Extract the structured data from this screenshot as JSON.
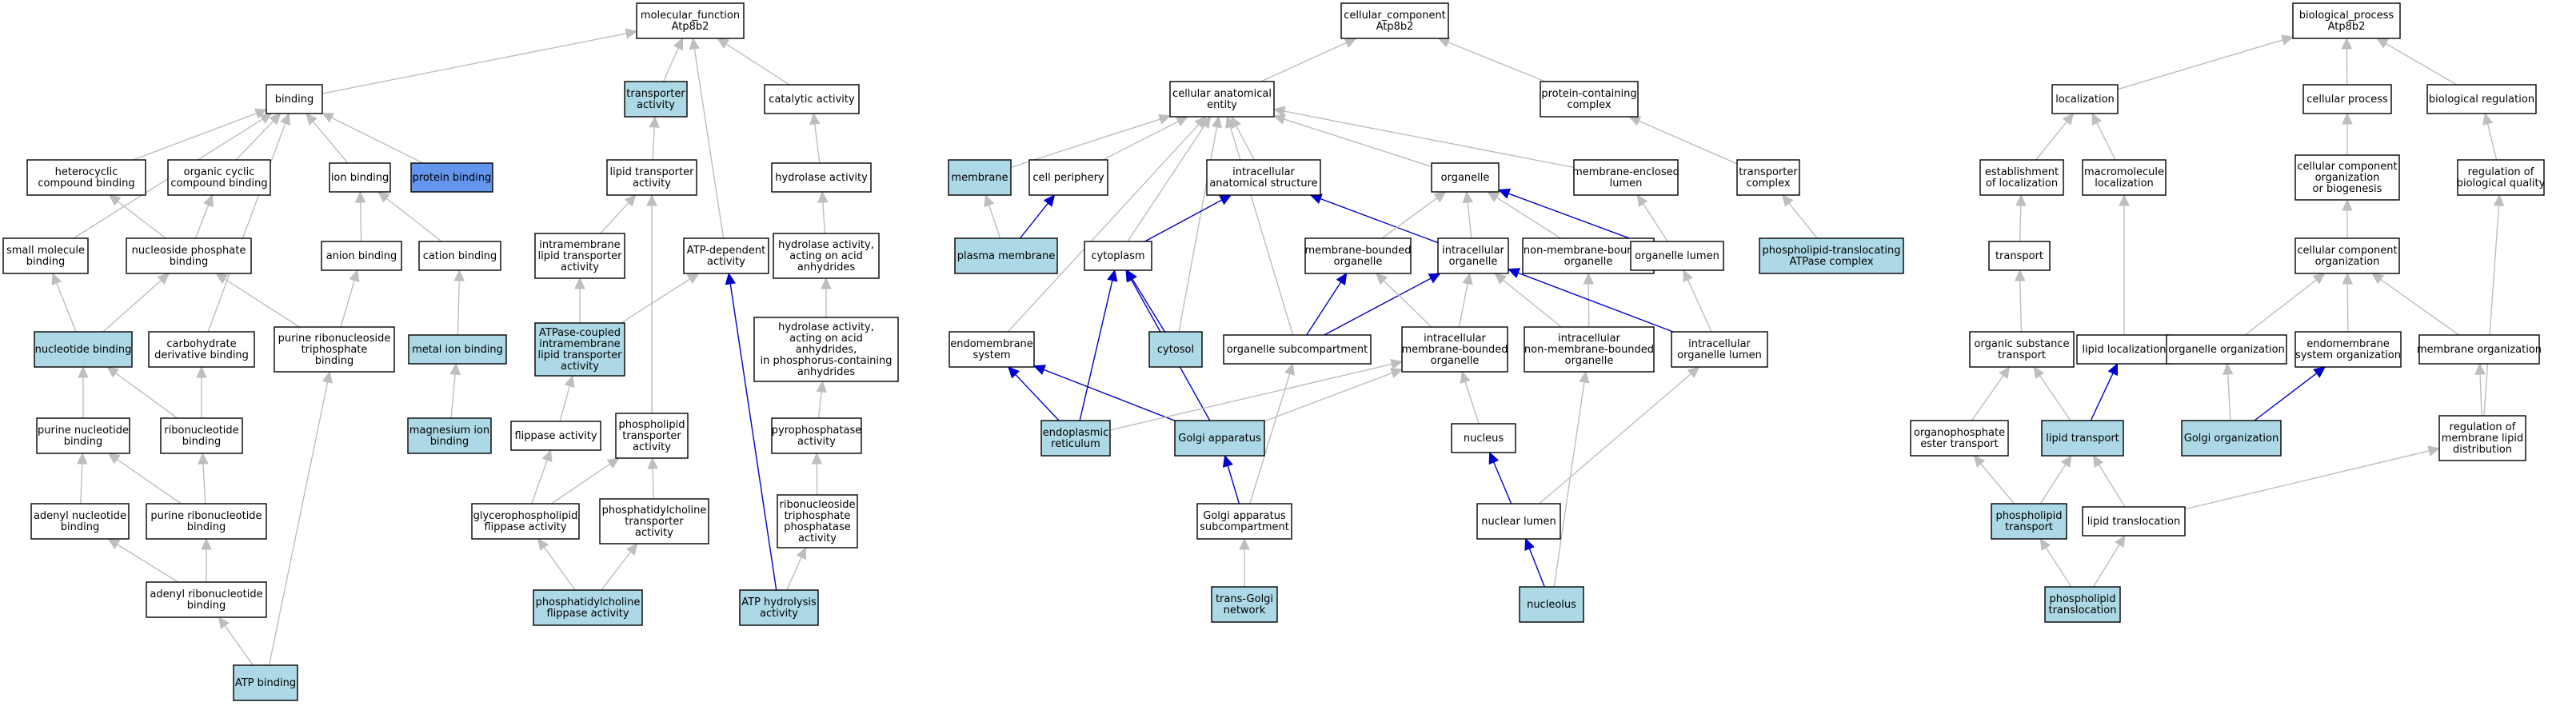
{
  "colors": {
    "node_fill": "#ffffff",
    "annotated_fill": "#add8e6",
    "focus_fill": "#6495ed",
    "edge_gray": "#bebebe",
    "edge_blue": "#0000cd"
  },
  "nodes": [
    {
      "id": "mf",
      "label": "molecular_function\nAtp8b2",
      "kind": "plain"
    },
    {
      "id": "binding",
      "label": "binding",
      "kind": "plain"
    },
    {
      "id": "transporter_activity",
      "label": "transporter\nactivity",
      "kind": "annotated"
    },
    {
      "id": "catalytic",
      "label": "catalytic activity",
      "kind": "plain"
    },
    {
      "id": "heterocyclic",
      "label": "heterocyclic\ncompound binding",
      "kind": "plain"
    },
    {
      "id": "organic_cyclic",
      "label": "organic cyclic\ncompound binding",
      "kind": "plain"
    },
    {
      "id": "ion_binding",
      "label": "ion binding",
      "kind": "plain"
    },
    {
      "id": "protein_binding",
      "label": "protein binding",
      "kind": "focus"
    },
    {
      "id": "lipid_transporter",
      "label": "lipid transporter\nactivity",
      "kind": "plain"
    },
    {
      "id": "hydrolase",
      "label": "hydrolase activity",
      "kind": "plain"
    },
    {
      "id": "small_molecule",
      "label": "small molecule\nbinding",
      "kind": "plain"
    },
    {
      "id": "nucleoside_phosphate",
      "label": "nucleoside phosphate\nbinding",
      "kind": "plain"
    },
    {
      "id": "anion_binding",
      "label": "anion binding",
      "kind": "plain"
    },
    {
      "id": "cation_binding",
      "label": "cation binding",
      "kind": "plain"
    },
    {
      "id": "intramembrane",
      "label": "intramembrane\nlipid transporter\nactivity",
      "kind": "plain"
    },
    {
      "id": "atp_dependent",
      "label": "ATP-dependent\nactivity",
      "kind": "plain"
    },
    {
      "id": "hydrolase_anhydrides",
      "label": "hydrolase activity,\nacting on acid\nanhydrides",
      "kind": "plain"
    },
    {
      "id": "nucleotide_binding",
      "label": "nucleotide binding",
      "kind": "annotated"
    },
    {
      "id": "carbohydrate_deriv",
      "label": "carbohydrate\nderivative binding",
      "kind": "plain"
    },
    {
      "id": "purine_rnt",
      "label": "purine ribonucleoside\ntriphosphate\nbinding",
      "kind": "plain"
    },
    {
      "id": "metal_ion",
      "label": "metal ion binding",
      "kind": "annotated"
    },
    {
      "id": "atpase_coupled",
      "label": "ATPase-coupled\nintramembrane\nlipid transporter\nactivity",
      "kind": "annotated"
    },
    {
      "id": "hydrolase_phosphorus",
      "label": "hydrolase activity,\nacting on acid\nanhydrides,\nin phosphorus-containing\nanhydrides",
      "kind": "plain"
    },
    {
      "id": "purine_nucleotide",
      "label": "purine nucleotide\nbinding",
      "kind": "plain"
    },
    {
      "id": "ribonucleotide",
      "label": "ribonucleotide\nbinding",
      "kind": "plain"
    },
    {
      "id": "magnesium",
      "label": "magnesium ion\nbinding",
      "kind": "annotated"
    },
    {
      "id": "flippase",
      "label": "flippase activity",
      "kind": "plain"
    },
    {
      "id": "phospholipid_transporter",
      "label": "phospholipid\ntransporter\nactivity",
      "kind": "plain"
    },
    {
      "id": "pyrophosphatase",
      "label": "pyrophosphatase\nactivity",
      "kind": "plain"
    },
    {
      "id": "adenyl_nucleotide",
      "label": "adenyl nucleotide\nbinding",
      "kind": "plain"
    },
    {
      "id": "purine_ribonucleotide",
      "label": "purine ribonucleotide\nbinding",
      "kind": "plain"
    },
    {
      "id": "glycerophospholipid",
      "label": "glycerophospholipid\nflippase activity",
      "kind": "plain"
    },
    {
      "id": "phosphatidylcholine_transporter",
      "label": "phosphatidylcholine\ntransporter\nactivity",
      "kind": "plain"
    },
    {
      "id": "rnt_phosphatase",
      "label": "ribonucleoside\ntriphosphate\nphosphatase\nactivity",
      "kind": "plain"
    },
    {
      "id": "adenyl_ribonucleotide",
      "label": "adenyl ribonucleotide\nbinding",
      "kind": "plain"
    },
    {
      "id": "pc_flippase",
      "label": "phosphatidylcholine\nflippase activity",
      "kind": "annotated"
    },
    {
      "id": "atp_hydrolysis",
      "label": "ATP hydrolysis\nactivity",
      "kind": "annotated"
    },
    {
      "id": "atp_binding",
      "label": "ATP binding",
      "kind": "annotated"
    },
    {
      "id": "cc",
      "label": "cellular_component\nAtp8b2",
      "kind": "plain"
    },
    {
      "id": "cae",
      "label": "cellular anatomical\nentity",
      "kind": "plain"
    },
    {
      "id": "protein_complex",
      "label": "protein-containing\ncomplex",
      "kind": "plain"
    },
    {
      "id": "membrane",
      "label": "membrane",
      "kind": "annotated"
    },
    {
      "id": "cell_periphery",
      "label": "cell periphery",
      "kind": "plain"
    },
    {
      "id": "intracellular_structure",
      "label": "intracellular\nanatomical structure",
      "kind": "plain"
    },
    {
      "id": "organelle",
      "label": "organelle",
      "kind": "plain"
    },
    {
      "id": "membrane_enclosed_lumen",
      "label": "membrane-enclosed\nlumen",
      "kind": "plain"
    },
    {
      "id": "transporter_complex",
      "label": "transporter\ncomplex",
      "kind": "plain"
    },
    {
      "id": "plasma_membrane",
      "label": "plasma membrane",
      "kind": "annotated"
    },
    {
      "id": "cytoplasm",
      "label": "cytoplasm",
      "kind": "plain"
    },
    {
      "id": "membrane_bounded_organelle",
      "label": "membrane-bounded\norganelle",
      "kind": "plain"
    },
    {
      "id": "intracellular_organelle",
      "label": "intracellular\norganelle",
      "kind": "plain"
    },
    {
      "id": "non_membrane_organelle",
      "label": "non-membrane-bounded\norganelle",
      "kind": "plain"
    },
    {
      "id": "organelle_lumen",
      "label": "organelle lumen",
      "kind": "plain"
    },
    {
      "id": "pl_atpase_complex",
      "label": "phospholipid-translocating\nATPase complex",
      "kind": "annotated"
    },
    {
      "id": "cytosol",
      "label": "cytosol",
      "kind": "annotated"
    },
    {
      "id": "organelle_subcompartment",
      "label": "organelle subcompartment",
      "kind": "plain"
    },
    {
      "id": "endomembrane",
      "label": "endomembrane\nsystem",
      "kind": "plain"
    },
    {
      "id": "intracellular_mb_organelle",
      "label": "intracellular\nmembrane-bounded\norganelle",
      "kind": "plain"
    },
    {
      "id": "intracellular_nmb_organelle",
      "label": "intracellular\nnon-membrane-bounded\norganelle",
      "kind": "plain"
    },
    {
      "id": "intracellular_organelle_lumen",
      "label": "intracellular\norganelle lumen",
      "kind": "plain"
    },
    {
      "id": "er",
      "label": "endoplasmic\nreticulum",
      "kind": "annotated"
    },
    {
      "id": "golgi",
      "label": "Golgi apparatus",
      "kind": "annotated"
    },
    {
      "id": "nucleus",
      "label": "nucleus",
      "kind": "plain"
    },
    {
      "id": "golgi_subcompartment",
      "label": "Golgi apparatus\nsubcompartment",
      "kind": "plain"
    },
    {
      "id": "nuclear_lumen",
      "label": "nuclear lumen",
      "kind": "plain"
    },
    {
      "id": "trans_golgi",
      "label": "trans-Golgi\nnetwork",
      "kind": "annotated"
    },
    {
      "id": "nucleolus",
      "label": "nucleolus",
      "kind": "annotated"
    },
    {
      "id": "bp",
      "label": "biological_process\nAtp8b2",
      "kind": "plain"
    },
    {
      "id": "localization",
      "label": "localization",
      "kind": "plain"
    },
    {
      "id": "cellular_process",
      "label": "cellular process",
      "kind": "plain"
    },
    {
      "id": "biological_regulation",
      "label": "biological regulation",
      "kind": "plain"
    },
    {
      "id": "establishment_localization",
      "label": "establishment\nof localization",
      "kind": "plain"
    },
    {
      "id": "macromolecule_localization",
      "label": "macromolecule\nlocalization",
      "kind": "plain"
    },
    {
      "id": "ccob",
      "label": "cellular component\norganization\nor biogenesis",
      "kind": "plain"
    },
    {
      "id": "regulation_quality",
      "label": "regulation of\nbiological quality",
      "kind": "plain"
    },
    {
      "id": "transport",
      "label": "transport",
      "kind": "plain"
    },
    {
      "id": "cco",
      "label": "cellular component\norganization",
      "kind": "plain"
    },
    {
      "id": "organic_substance_transport",
      "label": "organic substance\ntransport",
      "kind": "plain"
    },
    {
      "id": "lipid_localization",
      "label": "lipid localization",
      "kind": "plain"
    },
    {
      "id": "organelle_organization",
      "label": "organelle organization",
      "kind": "plain"
    },
    {
      "id": "endomembrane_organization",
      "label": "endomembrane\nsystem organization",
      "kind": "plain"
    },
    {
      "id": "membrane_organization",
      "label": "membrane organization",
      "kind": "plain"
    },
    {
      "id": "organophosphate_transport",
      "label": "organophosphate\nester transport",
      "kind": "plain"
    },
    {
      "id": "lipid_transport",
      "label": "lipid transport",
      "kind": "annotated"
    },
    {
      "id": "golgi_organization",
      "label": "Golgi organization",
      "kind": "annotated"
    },
    {
      "id": "regulation_lipid_distribution",
      "label": "regulation of\nmembrane lipid\ndistribution",
      "kind": "plain"
    },
    {
      "id": "phospholipid_transport",
      "label": "phospholipid\ntransport",
      "kind": "annotated"
    },
    {
      "id": "lipid_translocation",
      "label": "lipid translocation",
      "kind": "plain"
    },
    {
      "id": "phospholipid_translocation",
      "label": "phospholipid\ntranslocation",
      "kind": "annotated"
    }
  ],
  "edges": [
    [
      "binding",
      "mf",
      "g"
    ],
    [
      "transporter_activity",
      "mf",
      "g"
    ],
    [
      "catalytic",
      "mf",
      "g"
    ],
    [
      "atp_dependent",
      "mf",
      "g"
    ],
    [
      "heterocyclic",
      "binding",
      "g"
    ],
    [
      "organic_cyclic",
      "binding",
      "g"
    ],
    [
      "ion_binding",
      "binding",
      "g"
    ],
    [
      "protein_binding",
      "binding",
      "g"
    ],
    [
      "small_molecule",
      "binding",
      "g"
    ],
    [
      "carbohydrate_deriv",
      "binding",
      "g"
    ],
    [
      "lipid_transporter",
      "transporter_activity",
      "g"
    ],
    [
      "hydrolase",
      "catalytic",
      "g"
    ],
    [
      "nucleoside_phosphate",
      "heterocyclic",
      "g"
    ],
    [
      "nucleoside_phosphate",
      "organic_cyclic",
      "g"
    ],
    [
      "anion_binding",
      "ion_binding",
      "g"
    ],
    [
      "cation_binding",
      "ion_binding",
      "g"
    ],
    [
      "intramembrane",
      "lipid_transporter",
      "g"
    ],
    [
      "phospholipid_transporter",
      "lipid_transporter",
      "g"
    ],
    [
      "hydrolase_anhydrides",
      "hydrolase",
      "g"
    ],
    [
      "nucleotide_binding",
      "small_molecule",
      "g"
    ],
    [
      "nucleotide_binding",
      "nucleoside_phosphate",
      "g"
    ],
    [
      "purine_rnt",
      "nucleoside_phosphate",
      "g"
    ],
    [
      "purine_rnt",
      "anion_binding",
      "g"
    ],
    [
      "metal_ion",
      "cation_binding",
      "g"
    ],
    [
      "atpase_coupled",
      "intramembrane",
      "g"
    ],
    [
      "atpase_coupled",
      "atp_dependent",
      "g"
    ],
    [
      "hydrolase_phosphorus",
      "hydrolase_anhydrides",
      "g"
    ],
    [
      "purine_nucleotide",
      "nucleotide_binding",
      "g"
    ],
    [
      "ribonucleotide",
      "nucleotide_binding",
      "g"
    ],
    [
      "ribonucleotide",
      "carbohydrate_deriv",
      "g"
    ],
    [
      "magnesium",
      "metal_ion",
      "g"
    ],
    [
      "flippase",
      "atpase_coupled",
      "g"
    ],
    [
      "pyrophosphatase",
      "hydrolase_phosphorus",
      "g"
    ],
    [
      "adenyl_nucleotide",
      "purine_nucleotide",
      "g"
    ],
    [
      "purine_ribonucleotide",
      "purine_nucleotide",
      "g"
    ],
    [
      "purine_ribonucleotide",
      "ribonucleotide",
      "g"
    ],
    [
      "glycerophospholipid",
      "flippase",
      "g"
    ],
    [
      "glycerophospholipid",
      "phospholipid_transporter",
      "g"
    ],
    [
      "phosphatidylcholine_transporter",
      "phospholipid_transporter",
      "g"
    ],
    [
      "rnt_phosphatase",
      "pyrophosphatase",
      "g"
    ],
    [
      "adenyl_ribonucleotide",
      "adenyl_nucleotide",
      "g"
    ],
    [
      "adenyl_ribonucleotide",
      "purine_ribonucleotide",
      "g"
    ],
    [
      "pc_flippase",
      "glycerophospholipid",
      "g"
    ],
    [
      "pc_flippase",
      "phosphatidylcholine_transporter",
      "g"
    ],
    [
      "atp_hydrolysis",
      "rnt_phosphatase",
      "g"
    ],
    [
      "atp_hydrolysis",
      "atp_dependent",
      "b"
    ],
    [
      "atp_binding",
      "adenyl_ribonucleotide",
      "g"
    ],
    [
      "atp_binding",
      "purine_rnt",
      "g"
    ],
    [
      "cae",
      "cc",
      "g"
    ],
    [
      "protein_complex",
      "cc",
      "g"
    ],
    [
      "membrane",
      "cae",
      "g"
    ],
    [
      "cell_periphery",
      "cae",
      "g"
    ],
    [
      "intracellular_structure",
      "cae",
      "g"
    ],
    [
      "organelle",
      "cae",
      "g"
    ],
    [
      "membrane_enclosed_lumen",
      "cae",
      "g"
    ],
    [
      "endomembrane",
      "cae",
      "g"
    ],
    [
      "cytoplasm",
      "cae",
      "g"
    ],
    [
      "cytosol",
      "cae",
      "g"
    ],
    [
      "organelle_subcompartment",
      "cae",
      "g"
    ],
    [
      "transporter_complex",
      "protein_complex",
      "g"
    ],
    [
      "plasma_membrane",
      "membrane",
      "g"
    ],
    [
      "plasma_membrane",
      "cell_periphery",
      "b"
    ],
    [
      "cytoplasm",
      "intracellular_structure",
      "b"
    ],
    [
      "intracellular_organelle",
      "intracellular_structure",
      "b"
    ],
    [
      "membrane_bounded_organelle",
      "organelle",
      "g"
    ],
    [
      "intracellular_organelle",
      "organelle",
      "g"
    ],
    [
      "non_membrane_organelle",
      "organelle",
      "g"
    ],
    [
      "organelle_lumen",
      "organelle",
      "b"
    ],
    [
      "organelle_lumen",
      "membrane_enclosed_lumen",
      "g"
    ],
    [
      "pl_atpase_complex",
      "transporter_complex",
      "g"
    ],
    [
      "cytosol",
      "cytoplasm",
      "b"
    ],
    [
      "er",
      "cytoplasm",
      "b"
    ],
    [
      "golgi",
      "cytoplasm",
      "b"
    ],
    [
      "organelle_subcompartment",
      "membrane_bounded_organelle",
      "b"
    ],
    [
      "organelle_subcompartment",
      "intracellular_organelle",
      "b"
    ],
    [
      "intracellular_mb_organelle",
      "membrane_bounded_organelle",
      "g"
    ],
    [
      "intracellular_mb_organelle",
      "intracellular_organelle",
      "g"
    ],
    [
      "intracellular_nmb_organelle",
      "non_membrane_organelle",
      "g"
    ],
    [
      "intracellular_nmb_organelle",
      "intracellular_organelle",
      "g"
    ],
    [
      "intracellular_organelle_lumen",
      "organelle_lumen",
      "g"
    ],
    [
      "intracellular_organelle_lumen",
      "intracellular_organelle",
      "b"
    ],
    [
      "er",
      "endomembrane",
      "b"
    ],
    [
      "golgi",
      "endomembrane",
      "b"
    ],
    [
      "er",
      "intracellular_mb_organelle",
      "g"
    ],
    [
      "golgi",
      "intracellular_mb_organelle",
      "g"
    ],
    [
      "nucleus",
      "intracellular_mb_organelle",
      "g"
    ],
    [
      "golgi_subcompartment",
      "golgi",
      "b"
    ],
    [
      "golgi_subcompartment",
      "organelle_subcompartment",
      "g"
    ],
    [
      "nuclear_lumen",
      "nucleus",
      "b"
    ],
    [
      "nuclear_lumen",
      "intracellular_organelle_lumen",
      "g"
    ],
    [
      "trans_golgi",
      "golgi_subcompartment",
      "g"
    ],
    [
      "nucleolus",
      "nuclear_lumen",
      "b"
    ],
    [
      "nucleolus",
      "intracellular_nmb_organelle",
      "g"
    ],
    [
      "localization",
      "bp",
      "g"
    ],
    [
      "cellular_process",
      "bp",
      "g"
    ],
    [
      "biological_regulation",
      "bp",
      "g"
    ],
    [
      "establishment_localization",
      "localization",
      "g"
    ],
    [
      "macromolecule_localization",
      "localization",
      "g"
    ],
    [
      "ccob",
      "cellular_process",
      "g"
    ],
    [
      "regulation_quality",
      "biological_regulation",
      "g"
    ],
    [
      "transport",
      "establishment_localization",
      "g"
    ],
    [
      "cco",
      "ccob",
      "g"
    ],
    [
      "organic_substance_transport",
      "transport",
      "g"
    ],
    [
      "lipid_localization",
      "macromolecule_localization",
      "g"
    ],
    [
      "organelle_organization",
      "cco",
      "g"
    ],
    [
      "endomembrane_organization",
      "cco",
      "g"
    ],
    [
      "membrane_organization",
      "cco",
      "g"
    ],
    [
      "organophosphate_transport",
      "organic_substance_transport",
      "g"
    ],
    [
      "lipid_transport",
      "organic_substance_transport",
      "g"
    ],
    [
      "lipid_transport",
      "lipid_localization",
      "b"
    ],
    [
      "golgi_organization",
      "organelle_organization",
      "g"
    ],
    [
      "golgi_organization",
      "endomembrane_organization",
      "b"
    ],
    [
      "regulation_lipid_distribution",
      "membrane_organization",
      "g"
    ],
    [
      "regulation_lipid_distribution",
      "regulation_quality",
      "g"
    ],
    [
      "phospholipid_transport",
      "organophosphate_transport",
      "g"
    ],
    [
      "phospholipid_transport",
      "lipid_transport",
      "g"
    ],
    [
      "lipid_translocation",
      "lipid_transport",
      "g"
    ],
    [
      "lipid_translocation",
      "regulation_lipid_distribution",
      "g"
    ],
    [
      "phospholipid_translocation",
      "phospholipid_transport",
      "g"
    ],
    [
      "phospholipid_translocation",
      "lipid_translocation",
      "g"
    ]
  ]
}
